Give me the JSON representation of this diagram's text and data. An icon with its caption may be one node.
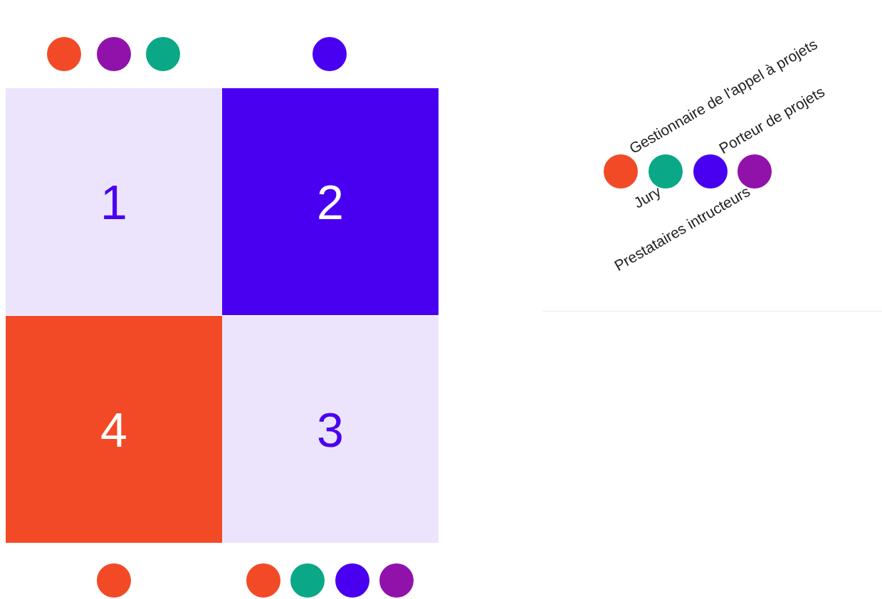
{
  "diagram": {
    "nodes": [
      {
        "text": [
          "1"
        ]
      },
      {
        "text": [
          "2"
        ]
      },
      {
        "text": [
          "4"
        ]
      },
      {
        "text": [
          "3"
        ]
      }
    ],
    "legend": [
      {
        "text": "Gestionnaire de l'appel à projets",
        "color": "#f24a26"
      },
      {
        "text": "Jury",
        "color": "#0aa886"
      },
      {
        "text": "Porteur de projets",
        "color": "#4a00f0"
      },
      {
        "text": "Prestataires intructeurs",
        "color": "#9112ab"
      }
    ]
  }
}
